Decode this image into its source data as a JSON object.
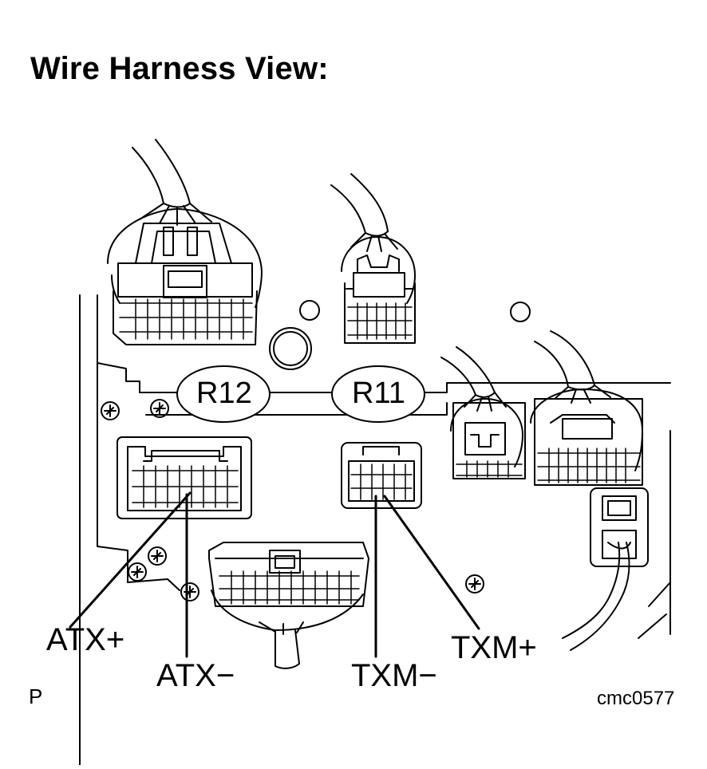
{
  "title": "Wire Harness View:",
  "connectors": [
    {
      "id": "r12",
      "label": "R12"
    },
    {
      "id": "r11",
      "label": "R11"
    }
  ],
  "pin_labels": {
    "atx_plus": "ATX+",
    "atx_minus": "ATX−",
    "txm_minus": "TXM−",
    "txm_plus": "TXM+"
  },
  "footer": {
    "view_marker": "P",
    "figure_code": "cmc0577"
  },
  "colors": {
    "line": "#000000",
    "background": "#ffffff"
  }
}
